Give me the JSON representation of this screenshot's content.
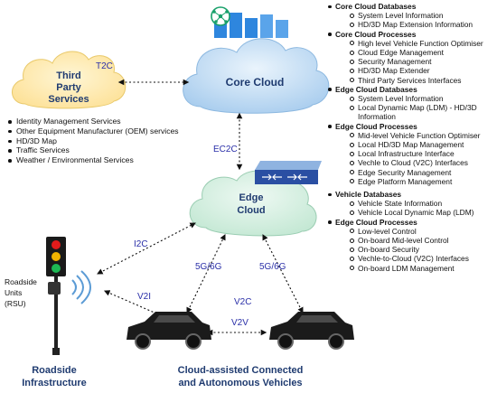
{
  "third_party": {
    "label_line1": "Third",
    "label_line2": "Party",
    "label_line3": "Services"
  },
  "core_cloud": {
    "label": "Core Cloud"
  },
  "edge_cloud": {
    "label_line1": "Edge",
    "label_line2": "Cloud"
  },
  "links": {
    "t2c": "T2C",
    "ec2c": "EC2C",
    "i2c": "I2C",
    "five_g_left": "5G/6G",
    "five_g_right": "5G/6G",
    "v2i": "V2I",
    "v2c": "V2C",
    "v2v": "V2V"
  },
  "rsu_label": {
    "line1": "Roadside",
    "line2": "Units",
    "line3": "(RSU)"
  },
  "captions": {
    "infra_line1": "Roadside",
    "infra_line2": "Infrastructure",
    "vehicles_line1": "Cloud-assisted Connected",
    "vehicles_line2": "and Autonomous Vehicles"
  },
  "third_party_services": [
    "Identity Management Services",
    "Other Equipment Manufacturer (OEM) services",
    "HD/3D Map",
    "Traffic Services",
    "Weather / Environmental Services"
  ],
  "sections": [
    {
      "title": "Core Cloud Databases",
      "items": [
        "System Level Information",
        "HD/3D Map Extension Information"
      ]
    },
    {
      "title": "Core Cloud Processes",
      "items": [
        "High level Vehicle Function Optimiser",
        "Cloud Edge Management",
        "Security Management",
        "HD/3D Map Extender",
        "Third Party Services Interfaces"
      ]
    },
    {
      "title": "Edge Cloud Databases",
      "items": [
        "System Level Information",
        "Local  Dynamic Map (LDM) - HD/3D Information"
      ]
    },
    {
      "title": "Edge Cloud Processes",
      "items": [
        "Mid-level Vehicle Function Optimiser",
        "Local HD/3D Map Management",
        "Local Infrastructure Interface",
        "Vechle to Cloud  (V2C) Interfaces",
        "Edge Security Management",
        "Edge Platform Management"
      ]
    },
    {
      "title": "Vehicle Databases",
      "items": [
        "Vehicle State Information",
        "Vehicle Local Dynamic Map (LDM)"
      ]
    },
    {
      "title": "Edge Cloud Processes",
      "items": [
        "Low-level Control",
        "On-board Mid-level Control",
        "On-board Security",
        "Vechle-to-Cloud  (V2C) Interfaces",
        "On-board LDM Management"
      ]
    }
  ],
  "colors": {
    "third_party_cloud": "#fde9a7",
    "core_cloud": "#b6d7f2",
    "edge_cloud": "#d2eedf",
    "label_blue": "#1f3b70",
    "link_blue": "#2a2fa8"
  }
}
